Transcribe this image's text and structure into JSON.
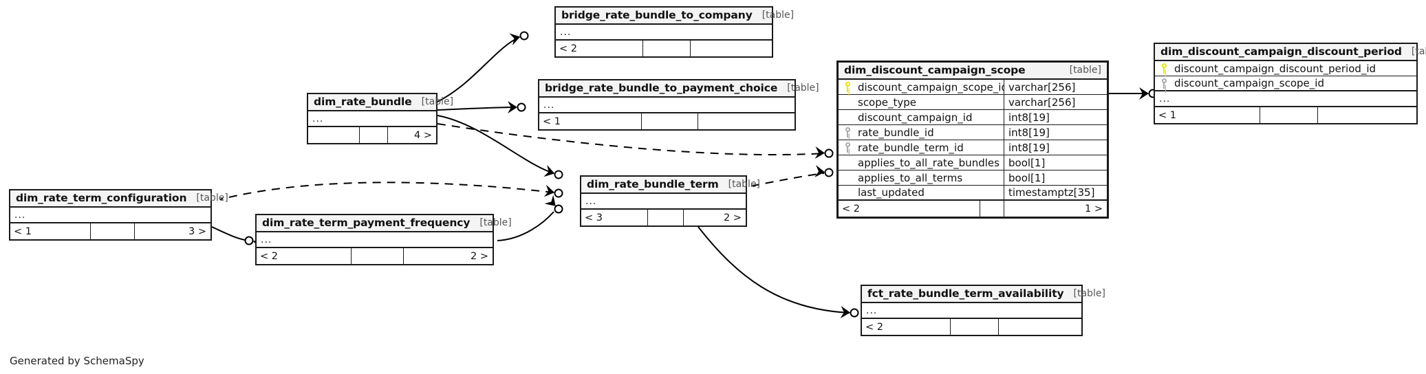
{
  "meta": {
    "footer": "Generated by SchemaSpy",
    "table_tag": "[table]",
    "ellipsis": "...",
    "colors": {
      "primary_key": "#e8e800",
      "foreign_key": "#aaaaaa",
      "border": "#1a1a1a",
      "header_bg": "#f4f4f4",
      "background": "#ffffff"
    }
  },
  "tables": [
    {
      "id": "bridge_rate_bundle_to_company",
      "name": "bridge_rate_bundle_to_company",
      "tag": "[table]",
      "collapsed": true,
      "ellipsis": "...",
      "footer": {
        "left": "< 2",
        "middle": "",
        "right": ""
      },
      "columns": []
    },
    {
      "id": "bridge_rate_bundle_to_payment_choice",
      "name": "bridge_rate_bundle_to_payment_choice",
      "tag": "[table]",
      "collapsed": true,
      "ellipsis": "...",
      "footer": {
        "left": "< 1",
        "middle": "",
        "right": ""
      },
      "columns": []
    },
    {
      "id": "dim_rate_bundle",
      "name": "dim_rate_bundle",
      "tag": "[table]",
      "collapsed": true,
      "ellipsis": "...",
      "footer": {
        "left": "",
        "middle": "",
        "right": "4 >"
      },
      "columns": []
    },
    {
      "id": "dim_rate_term_configuration",
      "name": "dim_rate_term_configuration",
      "tag": "[table]",
      "collapsed": true,
      "ellipsis": "...",
      "footer": {
        "left": "< 1",
        "middle": "",
        "right": "3 >"
      },
      "columns": []
    },
    {
      "id": "dim_rate_term_payment_frequency",
      "name": "dim_rate_term_payment_frequency",
      "tag": "[table]",
      "collapsed": true,
      "ellipsis": "...",
      "footer": {
        "left": "< 2",
        "middle": "",
        "right": "2 >"
      },
      "columns": []
    },
    {
      "id": "dim_rate_bundle_term",
      "name": "dim_rate_bundle_term",
      "tag": "[table]",
      "collapsed": true,
      "ellipsis": "...",
      "footer": {
        "left": "< 3",
        "middle": "",
        "right": "2 >"
      },
      "columns": []
    },
    {
      "id": "dim_discount_campaign_scope",
      "name": "dim_discount_campaign_scope",
      "tag": "[table]",
      "collapsed": false,
      "footer": {
        "left": "< 2",
        "middle": "",
        "right": "1 >"
      },
      "columns": [
        {
          "key": "pk",
          "name": "discount_campaign_scope_id",
          "type": "varchar[256]"
        },
        {
          "key": "",
          "name": "scope_type",
          "type": "varchar[256]"
        },
        {
          "key": "",
          "name": "discount_campaign_id",
          "type": "int8[19]"
        },
        {
          "key": "fk",
          "name": "rate_bundle_id",
          "type": "int8[19]"
        },
        {
          "key": "fk",
          "name": "rate_bundle_term_id",
          "type": "int8[19]"
        },
        {
          "key": "",
          "name": "applies_to_all_rate_bundles",
          "type": "bool[1]"
        },
        {
          "key": "",
          "name": "applies_to_all_terms",
          "type": "bool[1]"
        },
        {
          "key": "",
          "name": "last_updated",
          "type": "timestamptz[35]"
        }
      ]
    },
    {
      "id": "dim_discount_campaign_discount_period",
      "name": "dim_discount_campaign_discount_period",
      "tag": "[table]",
      "collapsed": false,
      "ellipsis": "...",
      "footer": {
        "left": "< 1",
        "middle": "",
        "right": ""
      },
      "columns": [
        {
          "key": "pk",
          "name": "discount_campaign_discount_period_id",
          "type": ""
        },
        {
          "key": "fk",
          "name": "discount_campaign_scope_id",
          "type": ""
        }
      ]
    },
    {
      "id": "fct_rate_bundle_term_availability",
      "name": "fct_rate_bundle_term_availability",
      "tag": "[table]",
      "collapsed": true,
      "ellipsis": "...",
      "footer": {
        "left": "< 2",
        "middle": "",
        "right": ""
      },
      "columns": []
    }
  ],
  "relationships": [
    {
      "from": "dim_rate_bundle",
      "to": "bridge_rate_bundle_to_company",
      "style": "solid"
    },
    {
      "from": "dim_rate_bundle",
      "to": "bridge_rate_bundle_to_payment_choice",
      "style": "solid"
    },
    {
      "from": "dim_rate_bundle",
      "to": "dim_rate_bundle_term",
      "style": "solid"
    },
    {
      "from": "dim_rate_bundle",
      "to": "dim_discount_campaign_scope",
      "style": "dashed"
    },
    {
      "from": "dim_rate_bundle_term",
      "to": "dim_discount_campaign_scope",
      "style": "dashed"
    },
    {
      "from": "dim_rate_bundle_term",
      "to": "dim_rate_term_configuration",
      "style": "dashed"
    },
    {
      "from": "dim_rate_bundle_term",
      "to": "dim_rate_term_payment_frequency",
      "style": "solid"
    },
    {
      "from": "dim_rate_bundle_term",
      "to": "fct_rate_bundle_term_availability",
      "style": "solid"
    },
    {
      "from": "dim_rate_term_configuration",
      "to": "dim_rate_term_payment_frequency",
      "style": "solid"
    },
    {
      "from": "dim_discount_campaign_scope",
      "to": "dim_discount_campaign_discount_period",
      "style": "solid"
    }
  ]
}
